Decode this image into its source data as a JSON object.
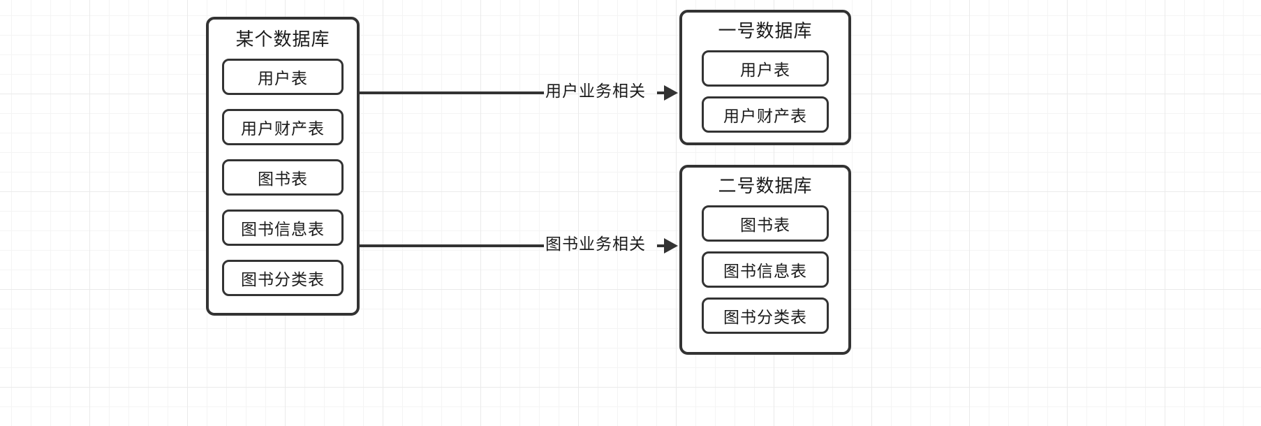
{
  "diagram": {
    "title_semantic": "database-split-by-business-domain",
    "source_database": {
      "name": "某个数据库",
      "tables": [
        {
          "label": "用户表"
        },
        {
          "label": "用户财产表"
        },
        {
          "label": "图书表"
        },
        {
          "label": "图书信息表"
        },
        {
          "label": "图书分类表"
        }
      ]
    },
    "target_databases": [
      {
        "name": "一号数据库",
        "tables": [
          {
            "label": "用户表"
          },
          {
            "label": "用户财产表"
          }
        ]
      },
      {
        "name": "二号数据库",
        "tables": [
          {
            "label": "图书表"
          },
          {
            "label": "图书信息表"
          },
          {
            "label": "图书分类表"
          }
        ]
      }
    ],
    "connectors": [
      {
        "label": "用户业务相关",
        "from": "某个数据库",
        "to": "一号数据库"
      },
      {
        "label": "图书业务相关",
        "from": "某个数据库",
        "to": "二号数据库"
      }
    ],
    "colors": {
      "stroke": "#333333",
      "text": "#1a1a1a",
      "background": "#ffffff",
      "grid_minor": "#f4f4f4",
      "grid_major": "#eaeaea"
    }
  }
}
